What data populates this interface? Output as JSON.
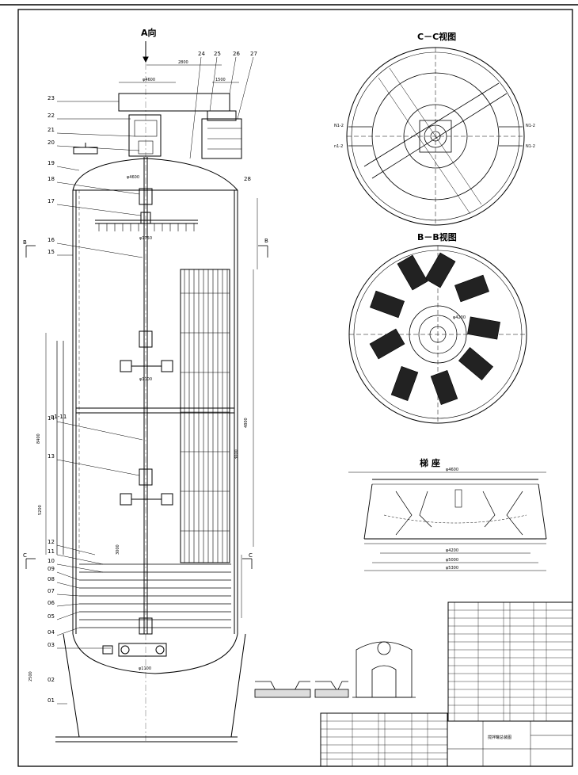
{
  "views": {
    "a_view": "A向",
    "cc_view": "C－C视图",
    "bb_view": "B－B视图",
    "support_view": "梯 座",
    "section_b": "B",
    "section_c": "C"
  },
  "callouts": [
    "28",
    "23",
    "22",
    "21",
    "20",
    "19",
    "18",
    "17",
    "16",
    "15",
    "14",
    "13",
    "12",
    "11",
    "10",
    "09",
    "08",
    "07",
    "06",
    "05",
    "04",
    "03",
    "02",
    "01",
    "24",
    "25",
    "26",
    "27",
    "n1-11"
  ],
  "dimensions": {
    "d2800": "2800",
    "d4600": "φ4600",
    "d4600b": "φ4600",
    "d5000": "φ5000",
    "d5300": "φ5300",
    "d4200": "φ4200",
    "d1750": "φ1750",
    "d1500": "1500",
    "d3000": "3000",
    "d5200": "5200",
    "d8400": "8400",
    "d4800": "4800",
    "d2500": "2500",
    "d1100": "φ1100",
    "d3000b": "3000"
  },
  "cc_labels": {
    "n1_2a": "N1-2",
    "n1_2b": "N1-2",
    "n1_2c": "N1-2",
    "m1_2": "n1-2"
  },
  "table_note": "搅拌罐总装图"
}
